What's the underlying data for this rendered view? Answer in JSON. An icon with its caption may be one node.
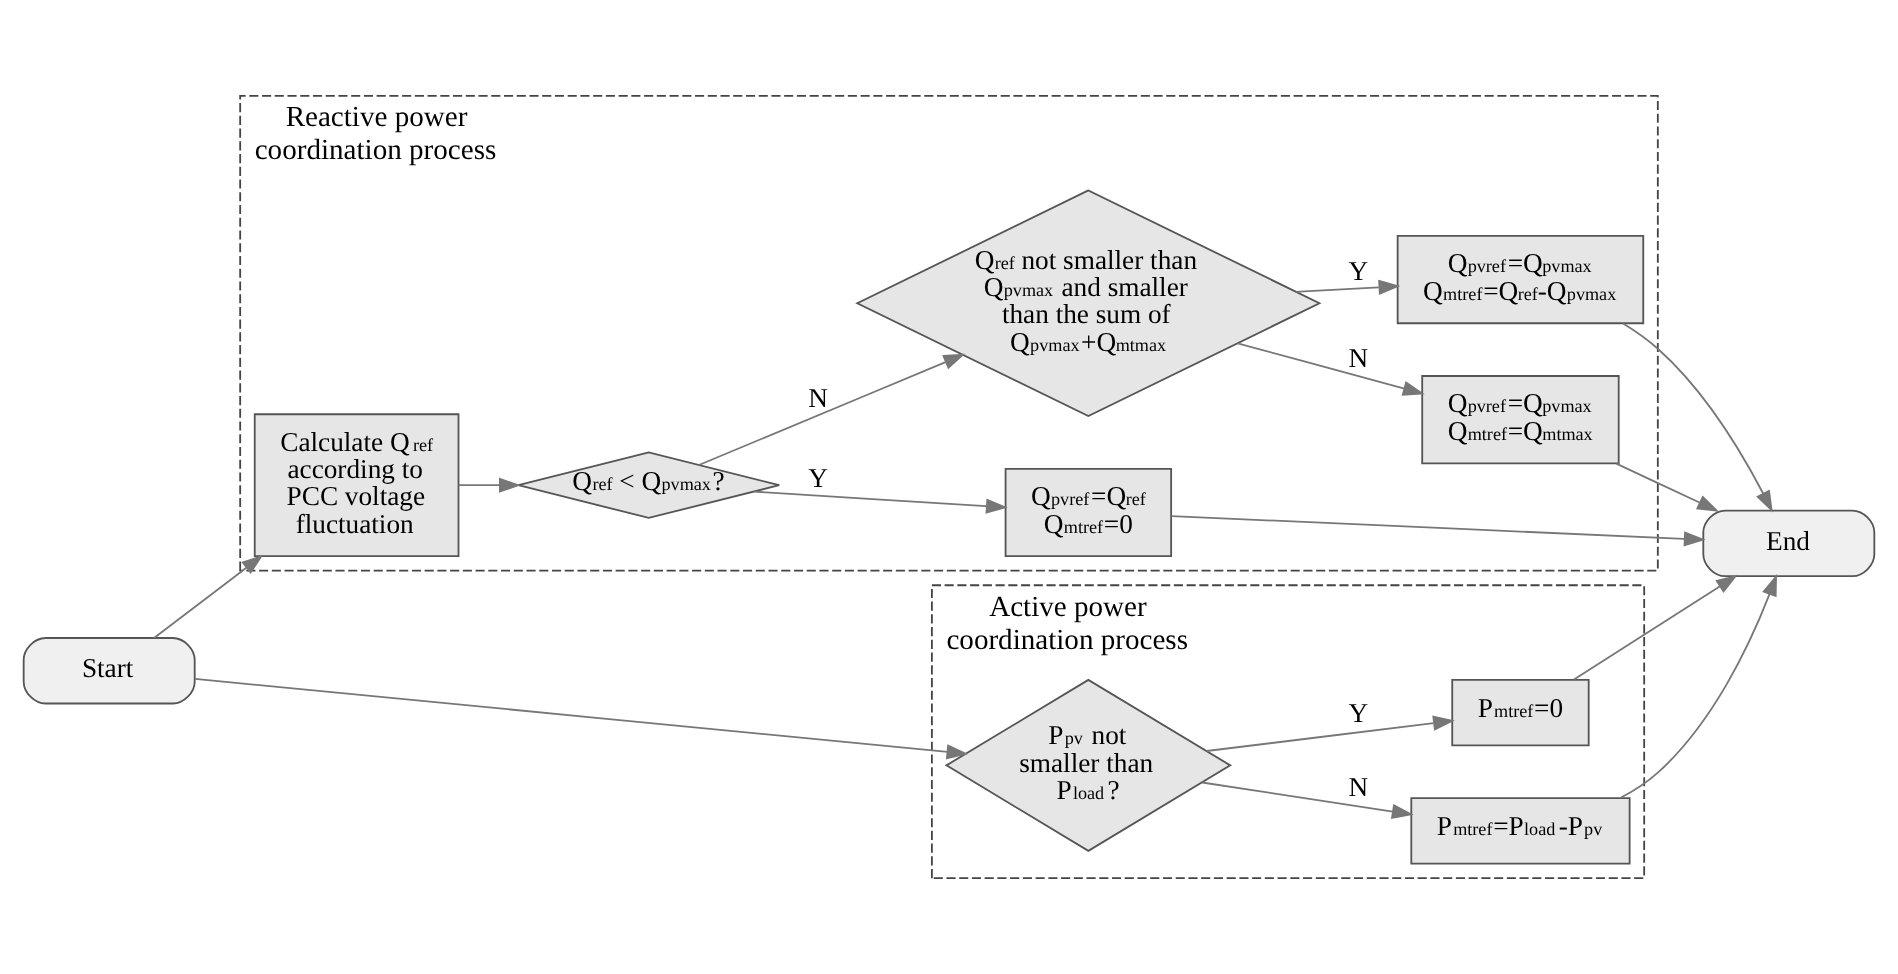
{
  "diagram": {
    "nodes": [
      {
        "text": [
          "Active power coordination process"
        ]
      },
      {
        "text": [
          "P$_{mtref}$=0"
        ],
        "in": 0
      },
      {
        "text": [
          "P$_{pv}$ not smaller than P$_{load}$?"
        ],
        "in": 0
      },
      {
        "text": [
          "P$_{mtref}$=P$_{load}$-P$_{pv}$"
        ],
        "in": 0
      },
      {
        "text": [
          "End"
        ]
      },
      {
        "text": [
          "Start"
        ]
      },
      {
        "text": [
          "Reactive power coordination process"
        ]
      },
      {
        "text": [
          "Q$_{pvref}$=Q$_{ref}$",
          "Q$_{mtref}$=0"
        ],
        "in": 6
      },
      {
        "text": [
          "Q$_{pvref}$=Q$_{pvmax}$",
          "Q$_{mtref}$=Q$_{ref}$-Q$_{pvmax}$"
        ],
        "in": 6
      },
      {
        "text": [
          "Calculate Q$_{ref}$ according to PCC voltage fluctuation"
        ],
        "in": 6
      },
      {
        "text": [
          "Q$_{ref}$ < Q$_{pvmax}$?"
        ],
        "in": 6
      },
      {
        "text": [
          "Q$_{ref}$ not smaller than Q$_{pvmax}$ and smaller than the sum of Q$_{pvmax}$+Q$_{mtmax}$"
        ],
        "in": 6
      },
      {
        "text": [
          "Q$_{pvref}$=Q$_{pvmax}$",
          "Q$_{mtref}$=Q$_{mtmax}$"
        ],
        "in": 6
      }
    ],
    "edges": [
      {
        "from": 5,
        "to": 2,
        "arrow": "to"
      },
      {
        "from": 5,
        "to": 9,
        "arrow": "to"
      },
      {
        "from": 2,
        "to": 1,
        "arrow": "to",
        "label": "Y"
      },
      {
        "from": 2,
        "to": 3,
        "arrow": "to",
        "label": "N"
      },
      {
        "from": 1,
        "to": 4,
        "arrow": "to"
      },
      {
        "from": 3,
        "to": 4,
        "arrow": "to"
      },
      {
        "from": 7,
        "to": 4,
        "arrow": "to"
      },
      {
        "from": 8,
        "to": 4,
        "arrow": "to"
      },
      {
        "from": 9,
        "to": 10,
        "arrow": "to"
      },
      {
        "from": 10,
        "to": 7,
        "arrow": "to",
        "label": "Y"
      },
      {
        "from": 10,
        "to": 11,
        "arrow": "to",
        "label": "N"
      },
      {
        "from": 11,
        "to": 8,
        "arrow": "to",
        "label": "Y"
      },
      {
        "from": 11,
        "to": 12,
        "arrow": "to",
        "label": "N"
      },
      {
        "from": 12,
        "to": 4,
        "arrow": "to"
      }
    ]
  }
}
